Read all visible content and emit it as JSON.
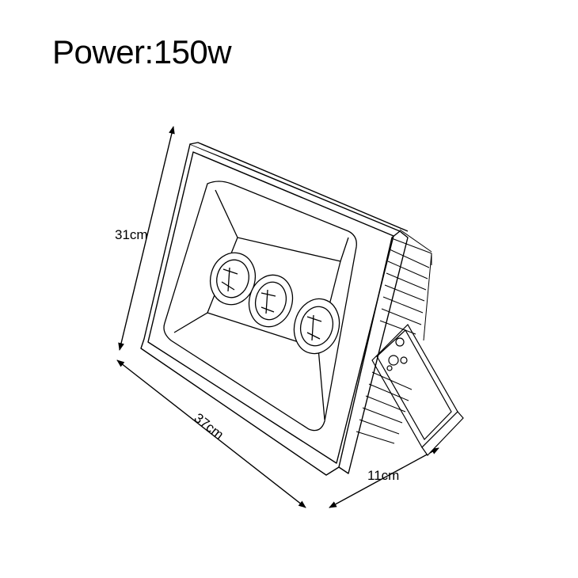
{
  "title": "Power:150w",
  "dimensions": {
    "height": "31cm",
    "width": "37cm",
    "depth": "11cm"
  },
  "colors": {
    "line": "#000000",
    "background": "#ffffff"
  }
}
